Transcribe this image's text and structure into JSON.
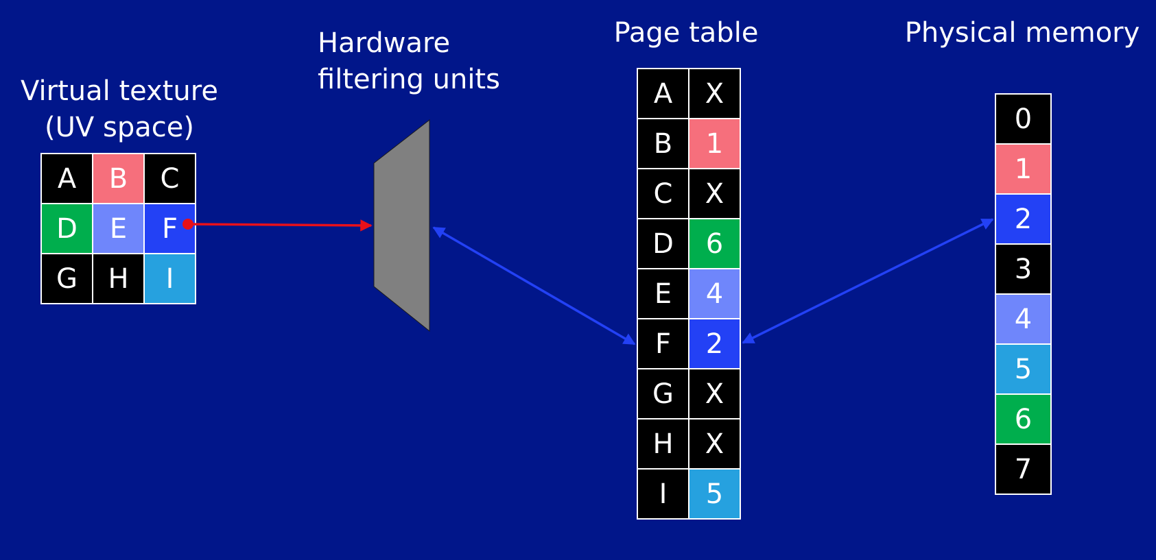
{
  "virtual_texture": {
    "title": "Virtual texture\n(UV space)",
    "cells": [
      {
        "label": "A",
        "color": "#000000"
      },
      {
        "label": "B",
        "color": "#f66f7c"
      },
      {
        "label": "C",
        "color": "#000000"
      },
      {
        "label": "D",
        "color": "#00ae4d"
      },
      {
        "label": "E",
        "color": "#6f86fb"
      },
      {
        "label": "F",
        "color": "#2341f5"
      },
      {
        "label": "G",
        "color": "#000000"
      },
      {
        "label": "H",
        "color": "#000000"
      },
      {
        "label": "I",
        "color": "#26a1df"
      }
    ]
  },
  "hardware_filter": {
    "title": "Hardware\nfiltering units",
    "color": "#808080"
  },
  "page_table": {
    "title": "Page table",
    "rows": [
      {
        "page": "A",
        "frame": "X",
        "color": "#000000"
      },
      {
        "page": "B",
        "frame": "1",
        "color": "#f66f7c"
      },
      {
        "page": "C",
        "frame": "X",
        "color": "#000000"
      },
      {
        "page": "D",
        "frame": "6",
        "color": "#00ae4d"
      },
      {
        "page": "E",
        "frame": "4",
        "color": "#6f86fb"
      },
      {
        "page": "F",
        "frame": "2",
        "color": "#2341f5"
      },
      {
        "page": "G",
        "frame": "X",
        "color": "#000000"
      },
      {
        "page": "H",
        "frame": "X",
        "color": "#000000"
      },
      {
        "page": "I",
        "frame": "5",
        "color": "#26a1df"
      }
    ]
  },
  "physical_memory": {
    "title": "Physical memory",
    "frames": [
      {
        "label": "0",
        "color": "#000000"
      },
      {
        "label": "1",
        "color": "#f66f7c"
      },
      {
        "label": "2",
        "color": "#2341f5"
      },
      {
        "label": "3",
        "color": "#000000"
      },
      {
        "label": "4",
        "color": "#6f86fb"
      },
      {
        "label": "5",
        "color": "#26a1df"
      },
      {
        "label": "6",
        "color": "#00ae4d"
      },
      {
        "label": "7",
        "color": "#000000"
      }
    ]
  },
  "colors": {
    "background": "#01168a",
    "lookup_arrow": "#e8101a",
    "link_arrow": "#2341f5"
  }
}
